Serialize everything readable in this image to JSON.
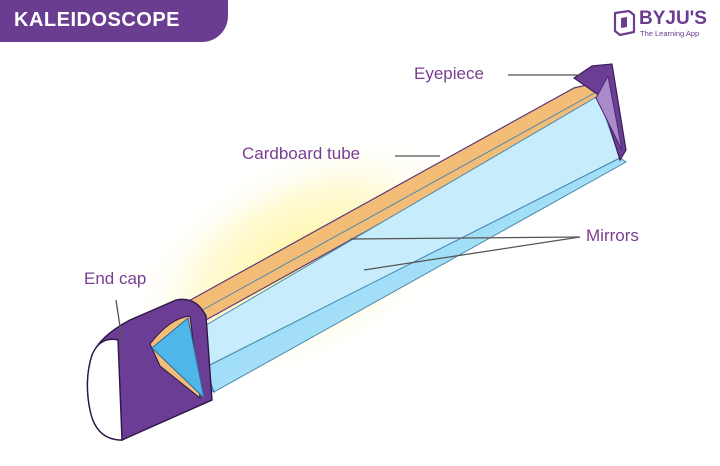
{
  "header": {
    "title": "KALEIDOSCOPE",
    "banner_color": "#6a3d91"
  },
  "logo": {
    "name": "BYJU'S",
    "tagline": "The Learning App",
    "color": "#6a3d91"
  },
  "diagram": {
    "labels": {
      "eyepiece": "Eyepiece",
      "cardboard_tube": "Cardboard tube",
      "mirrors": "Mirrors",
      "end_cap": "End cap"
    },
    "colors": {
      "label_text": "#7a3e91",
      "tube": "#f3bd78",
      "end_cap": "#6b3d95",
      "mirrors": "#a6dbf5",
      "glow": "#fff7a8"
    }
  }
}
